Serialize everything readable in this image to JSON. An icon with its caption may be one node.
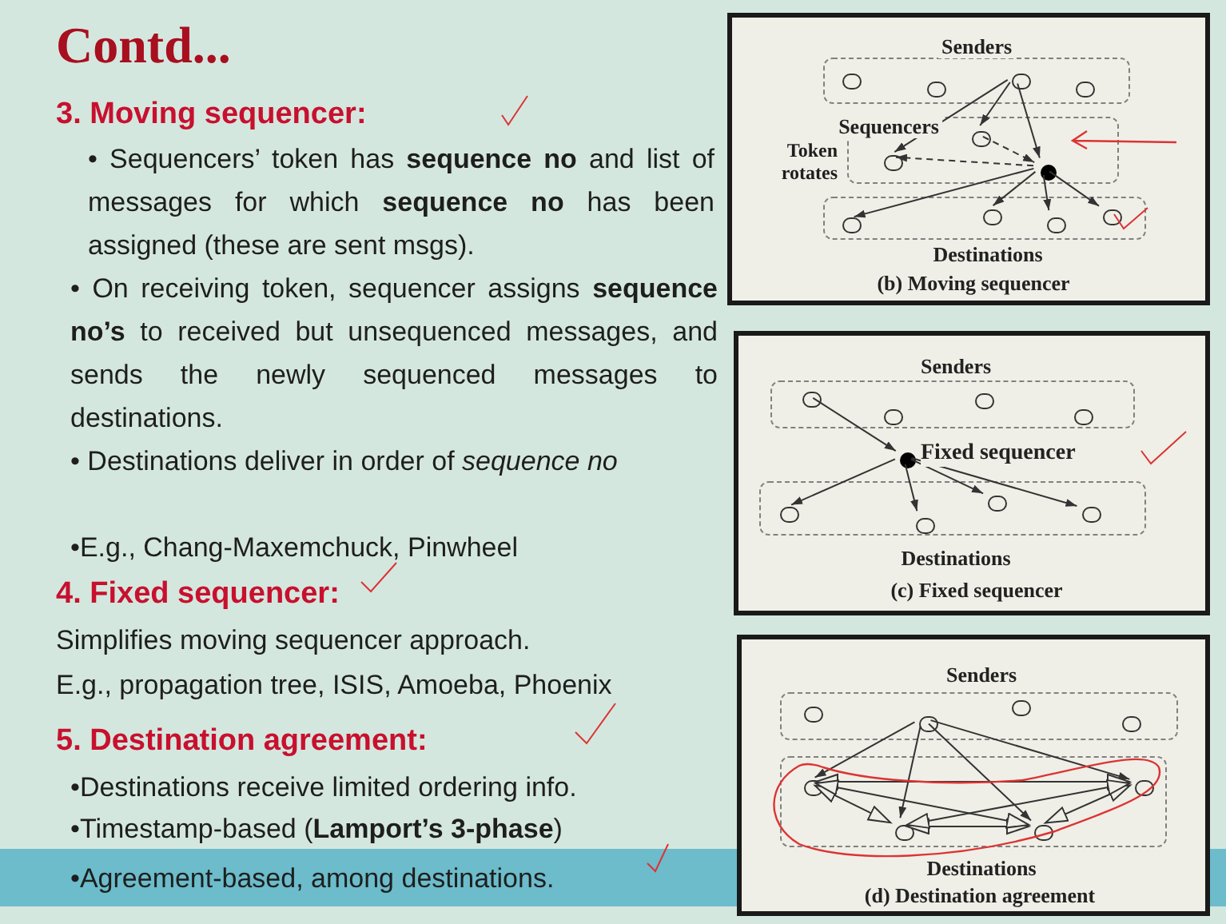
{
  "diagram": {
    "title": "Contd...",
    "nodes": [
      {
        "text": [
          "(b) Moving sequencer"
        ]
      },
      {
        "text": [
          "Senders"
        ],
        "in": 0
      },
      {
        "text": [],
        "shape": "circle",
        "in": 1
      },
      {
        "text": [],
        "shape": "circle",
        "in": 1
      },
      {
        "text": [],
        "shape": "circle",
        "in": 1
      },
      {
        "text": [],
        "shape": "circle",
        "in": 1
      },
      {
        "text": [
          "Sequencers"
        ],
        "in": 0
      },
      {
        "text": [],
        "shape": "circle",
        "in": 6
      },
      {
        "text": [],
        "shape": "circle",
        "in": 6
      },
      {
        "text": [],
        "shape": "dot",
        "in": 6
      },
      {
        "text": [
          "Destinations"
        ],
        "in": 0
      },
      {
        "text": [],
        "shape": "circle",
        "in": 10
      },
      {
        "text": [],
        "shape": "circle",
        "in": 10
      },
      {
        "text": [],
        "shape": "circle",
        "in": 10
      },
      {
        "text": [],
        "shape": "circle",
        "in": 10
      },
      {
        "text": [
          "(c) Fixed sequencer"
        ]
      },
      {
        "text": [
          "Senders"
        ],
        "in": 15
      },
      {
        "text": [],
        "shape": "circle",
        "in": 16
      },
      {
        "text": [],
        "shape": "circle",
        "in": 16
      },
      {
        "text": [],
        "shape": "circle",
        "in": 16
      },
      {
        "text": [],
        "shape": "circle",
        "in": 16
      },
      {
        "text": [],
        "shape": "dot",
        "in": 15,
        "beside": [
          "Fixed sequencer"
        ]
      },
      {
        "text": [
          "Destinations"
        ],
        "in": 15
      },
      {
        "text": [],
        "shape": "circle",
        "in": 22
      },
      {
        "text": [],
        "shape": "circle",
        "in": 22
      },
      {
        "text": [],
        "shape": "circle",
        "in": 22
      },
      {
        "text": [],
        "shape": "circle",
        "in": 22
      },
      {
        "text": [
          "(d) Destination agreement"
        ]
      },
      {
        "text": [
          "Senders"
        ],
        "in": 27
      },
      {
        "text": [],
        "shape": "circle",
        "in": 28
      },
      {
        "text": [],
        "shape": "circle",
        "in": 28
      },
      {
        "text": [],
        "shape": "circle",
        "in": 28
      },
      {
        "text": [],
        "shape": "circle",
        "in": 28
      },
      {
        "text": [
          "Destinations"
        ],
        "in": 27
      },
      {
        "text": [],
        "shape": "circle",
        "in": 33
      },
      {
        "text": [],
        "shape": "circle",
        "in": 33
      },
      {
        "text": [],
        "shape": "circle",
        "in": 33
      },
      {
        "text": [],
        "shape": "circle",
        "in": 33
      }
    ],
    "edges": [
      {
        "from": 4,
        "to": 7,
        "arrow": "to"
      },
      {
        "from": 4,
        "to": 8,
        "arrow": "to"
      },
      {
        "from": 4,
        "to": 9,
        "arrow": "to"
      },
      {
        "from": 8,
        "to": 9,
        "arrow": "to",
        "style": "dashed"
      },
      {
        "from": 9,
        "to": 7,
        "arrow": "to",
        "style": "dashed"
      },
      {
        "from": 9,
        "to": 11,
        "arrow": "to"
      },
      {
        "from": 9,
        "to": 12,
        "arrow": "to"
      },
      {
        "from": 9,
        "to": 13,
        "arrow": "to"
      },
      {
        "from": 9,
        "to": 14,
        "arrow": "to"
      },
      {
        "from": 17,
        "to": 21,
        "arrow": "to"
      },
      {
        "from": 21,
        "to": 23,
        "arrow": "to"
      },
      {
        "from": 21,
        "to": 24,
        "arrow": "to"
      },
      {
        "from": 21,
        "to": 25,
        "arrow": "to"
      },
      {
        "from": 21,
        "to": 26,
        "arrow": "to"
      },
      {
        "from": 30,
        "to": 34,
        "arrow": "to"
      },
      {
        "from": 30,
        "to": 35,
        "arrow": "to"
      },
      {
        "from": 30,
        "to": 36,
        "arrow": "to"
      },
      {
        "from": 30,
        "to": 37,
        "arrow": "to"
      },
      {
        "from": 34,
        "to": 37,
        "arrow": "both"
      },
      {
        "from": 34,
        "to": 35,
        "arrow": "both"
      },
      {
        "from": 35,
        "to": 36,
        "arrow": "both"
      },
      {
        "from": 36,
        "to": 37,
        "arrow": "both"
      },
      {
        "from": 34,
        "to": 36,
        "arrow": "both"
      },
      {
        "from": 35,
        "to": 37,
        "arrow": "both"
      }
    ],
    "labels": [
      "3. Moving sequencer:",
      "• Sequencers’ token has **sequence no** and list of messages for which **sequence no** has been assigned (these are sent msgs).",
      "• On receiving token, sequencer assigns **sequence no’s** to received but unsequenced messages, and sends the newly sequenced messages to destinations.",
      "• Destinations deliver in order of *sequence no*",
      "•E.g., Chang-Maxemchuck, Pinwheel",
      "4. Fixed sequencer:",
      "Simplifies moving sequencer approach.",
      "E.g., propagation tree, ISIS, Amoeba, Phoenix",
      "5. Destination agreement:",
      "•Destinations receive limited ordering info.",
      "•Timestamp-based (**Lamport’s 3-phase**)",
      "•Agreement-based, among destinations.",
      "Token rotates"
    ]
  }
}
